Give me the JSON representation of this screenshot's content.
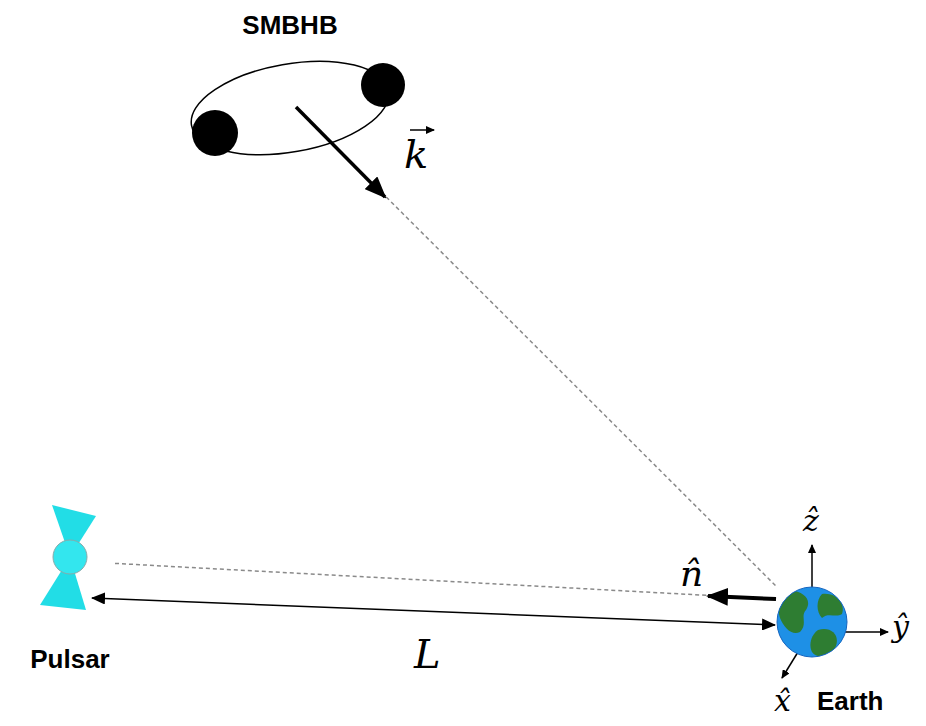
{
  "diagram": {
    "nodes": [
      {
        "text": [
          "SMBHB"
        ]
      },
      {
        "text": [
          "Pulsar"
        ]
      },
      {
        "text": [
          "Earth"
        ]
      }
    ],
    "edges": [
      {
        "from": 0,
        "to": 2,
        "arrow": "none"
      },
      {
        "from": 1,
        "to": 2,
        "arrow": "none"
      }
    ],
    "labels": [
      "k",
      "n̂",
      "L",
      "ẑ",
      "ŷ",
      "x̂"
    ]
  }
}
